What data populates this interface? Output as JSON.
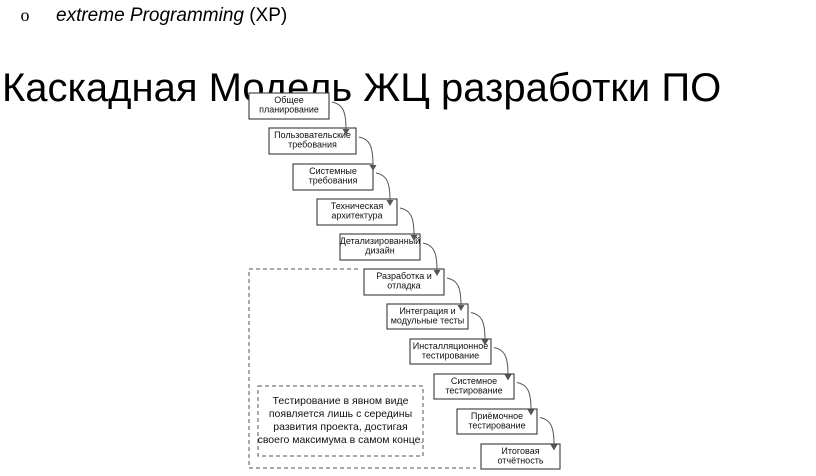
{
  "bullet": {
    "marker": "o",
    "emphasis": "extreme Programming",
    "suffix": " (XP)"
  },
  "title": "Каскадная Модель ЖЦ  разработки ПО",
  "diagram": {
    "stages": [
      [
        "Общее",
        "планирование"
      ],
      [
        "Пользовательские",
        "требования"
      ],
      [
        "Системные",
        "требования"
      ],
      [
        "Техническая",
        "архитектура"
      ],
      [
        "Детализированный",
        "дизайн"
      ],
      [
        "Разработка и",
        "отладка"
      ],
      [
        "Интеграция и",
        "модульные тесты"
      ],
      [
        "Инсталляционное",
        "тестирование"
      ],
      [
        "Системное",
        "тестирование"
      ],
      [
        "Приёмочное",
        "тестирование"
      ],
      [
        "Итоговая",
        "отчётность"
      ]
    ],
    "note": [
      "Тестирование в явном виде",
      "появляется лишь с середины",
      "развития проекта, достигая",
      "своего максимума в самом конце."
    ],
    "line_color": "#3a3a3a"
  }
}
